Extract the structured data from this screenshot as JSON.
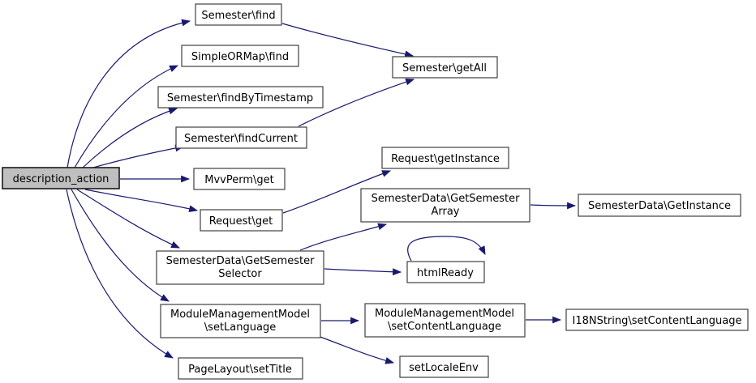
{
  "diagram": {
    "type": "call-graph",
    "background_color": "#ffffff",
    "edge_color": "#191970",
    "node_border_color": "#404040",
    "node_fill_color": "#ffffff",
    "highlight_fill_color": "#bfbfbf",
    "text_color": "#000000"
  },
  "nodes": [
    {
      "id": "description_action",
      "lines": [
        "description_action"
      ],
      "highlighted": true
    },
    {
      "id": "semester-find",
      "lines": [
        "Semester\\find"
      ],
      "highlighted": false
    },
    {
      "id": "simpleormap-find",
      "lines": [
        "SimpleORMap\\find"
      ],
      "highlighted": false
    },
    {
      "id": "semester-findbytimestamp",
      "lines": [
        "Semester\\findByTimestamp"
      ],
      "highlighted": false
    },
    {
      "id": "semester-findcurrent",
      "lines": [
        "Semester\\findCurrent"
      ],
      "highlighted": false
    },
    {
      "id": "mvvperm-get",
      "lines": [
        "MvvPerm\\get"
      ],
      "highlighted": false
    },
    {
      "id": "request-get",
      "lines": [
        "Request\\get"
      ],
      "highlighted": false
    },
    {
      "id": "semesterdata-getsemesterselector",
      "lines": [
        "SemesterData\\GetSemester",
        "Selector"
      ],
      "highlighted": false
    },
    {
      "id": "modulemanagementmodel-setlanguage",
      "lines": [
        "ModuleManagementModel",
        "\\setLanguage"
      ],
      "highlighted": false
    },
    {
      "id": "pagelayout-settitle",
      "lines": [
        "PageLayout\\setTitle"
      ],
      "highlighted": false
    },
    {
      "id": "semester-getall",
      "lines": [
        "Semester\\getAll"
      ],
      "highlighted": false
    },
    {
      "id": "request-getinstance",
      "lines": [
        "Request\\getInstance"
      ],
      "highlighted": false
    },
    {
      "id": "semesterdata-getsemesterarray",
      "lines": [
        "SemesterData\\GetSemester",
        "Array"
      ],
      "highlighted": false
    },
    {
      "id": "htmlready",
      "lines": [
        "htmlReady"
      ],
      "highlighted": false
    },
    {
      "id": "modulemanagementmodel-setcontentlanguage",
      "lines": [
        "ModuleManagementModel",
        "\\setContentLanguage"
      ],
      "highlighted": false
    },
    {
      "id": "setlocaleenv",
      "lines": [
        "setLocaleEnv"
      ],
      "highlighted": false
    },
    {
      "id": "semesterdata-getinstance",
      "lines": [
        "SemesterData\\GetInstance"
      ],
      "highlighted": false
    },
    {
      "id": "i18nstring-setcontentlanguage",
      "lines": [
        "I18NString\\setContentLanguage"
      ],
      "highlighted": false
    }
  ],
  "edges": [
    {
      "from": "description_action",
      "to": "Semester\\find"
    },
    {
      "from": "description_action",
      "to": "SimpleORMap\\find"
    },
    {
      "from": "description_action",
      "to": "Semester\\findByTimestamp"
    },
    {
      "from": "description_action",
      "to": "Semester\\findCurrent"
    },
    {
      "from": "description_action",
      "to": "MvvPerm\\get"
    },
    {
      "from": "description_action",
      "to": "Request\\get"
    },
    {
      "from": "description_action",
      "to": "SemesterData\\GetSemesterSelector"
    },
    {
      "from": "description_action",
      "to": "ModuleManagementModel\\setLanguage"
    },
    {
      "from": "description_action",
      "to": "PageLayout\\setTitle"
    },
    {
      "from": "Semester\\find",
      "to": "Semester\\getAll"
    },
    {
      "from": "Semester\\findCurrent",
      "to": "Semester\\getAll"
    },
    {
      "from": "Request\\get",
      "to": "Request\\getInstance"
    },
    {
      "from": "SemesterData\\GetSemesterSelector",
      "to": "SemesterData\\GetSemesterArray"
    },
    {
      "from": "SemesterData\\GetSemesterSelector",
      "to": "htmlReady"
    },
    {
      "from": "SemesterData\\GetSemesterArray",
      "to": "SemesterData\\GetInstance"
    },
    {
      "from": "htmlReady",
      "to": "htmlReady"
    },
    {
      "from": "ModuleManagementModel\\setLanguage",
      "to": "ModuleManagementModel\\setContentLanguage"
    },
    {
      "from": "ModuleManagementModel\\setLanguage",
      "to": "setLocaleEnv"
    },
    {
      "from": "ModuleManagementModel\\setContentLanguage",
      "to": "I18NString\\setContentLanguage"
    }
  ]
}
